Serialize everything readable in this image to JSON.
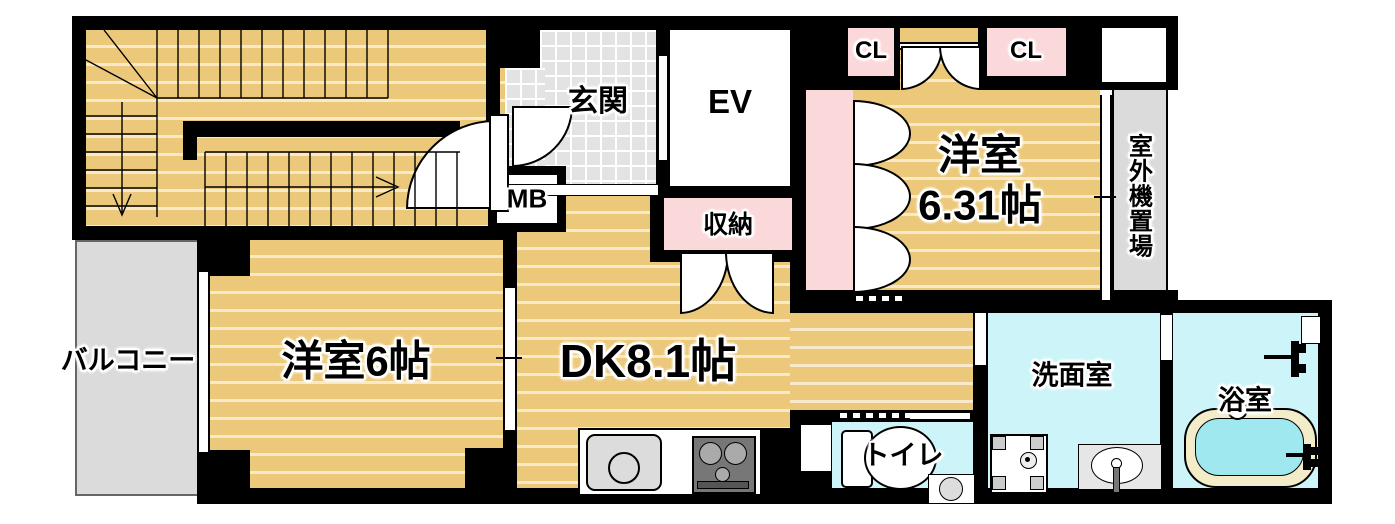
{
  "colors": {
    "wood_floor": "#ECC97A",
    "wood_stripe": "#F7E4AC",
    "tile_gray": "#E3E3E3",
    "closet_pink": "#FBD8DA",
    "water_cyan": "#CDF5F9",
    "tub_water": "#9FE8EF",
    "tub_rim": "#F2EDC8",
    "balcony_gray": "#DBDBDB",
    "wall_black": "#000000"
  },
  "rooms": {
    "genkan": {
      "label": "玄関"
    },
    "elevator": {
      "label": "EV"
    },
    "meter_box": {
      "label": "MB"
    },
    "storage": {
      "label": "収納"
    },
    "closet_left": {
      "label": "CL"
    },
    "closet_right": {
      "label": "CL"
    },
    "western_room_631": {
      "line1": "洋室",
      "line2": "6.31帖"
    },
    "outdoor_unit_area": {
      "label": "室外機置場"
    },
    "balcony": {
      "label": "バルコニー"
    },
    "western_room_6": {
      "label": "洋室6帖"
    },
    "dining_kitchen": {
      "label": "DK8.1帖"
    },
    "toilet": {
      "label": "トイレ"
    },
    "washroom": {
      "label": "洗面室"
    },
    "bathroom": {
      "label": "浴室"
    }
  }
}
